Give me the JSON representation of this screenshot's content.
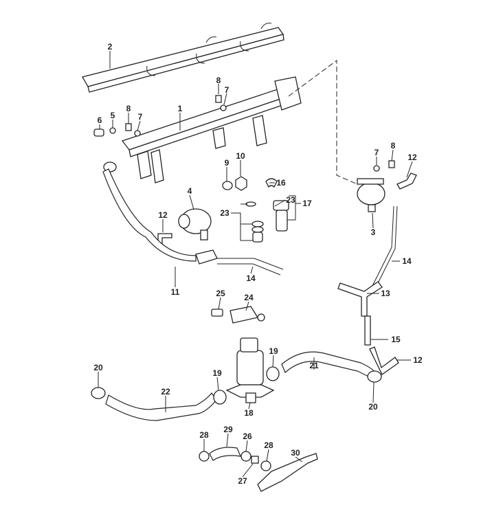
{
  "diagram": {
    "title": "Fuel injection system parts diagram",
    "labels": {
      "p2": "2",
      "p8a": "8",
      "p7a": "7",
      "p1": "1",
      "p6": "6",
      "p5": "5",
      "p8b": "8",
      "p7b": "7",
      "p9": "9",
      "p10": "10",
      "p16": "16",
      "p4": "4",
      "p23a": "23",
      "p23b": "23",
      "p17": "17",
      "p12a": "12",
      "p11": "11",
      "p14a": "14",
      "p7c": "7",
      "p8c": "8",
      "p12b": "12",
      "p3": "3",
      "p14b": "14",
      "p13": "13",
      "p15": "15",
      "p12c": "12",
      "p25": "25",
      "p24": "24",
      "p20a": "20",
      "p22": "22",
      "p19a": "19",
      "p19b": "19",
      "p21": "21",
      "p20b": "20",
      "p18": "18",
      "p28a": "28",
      "p29": "29",
      "p26": "26",
      "p28b": "28",
      "p30": "30",
      "p27": "27"
    }
  }
}
